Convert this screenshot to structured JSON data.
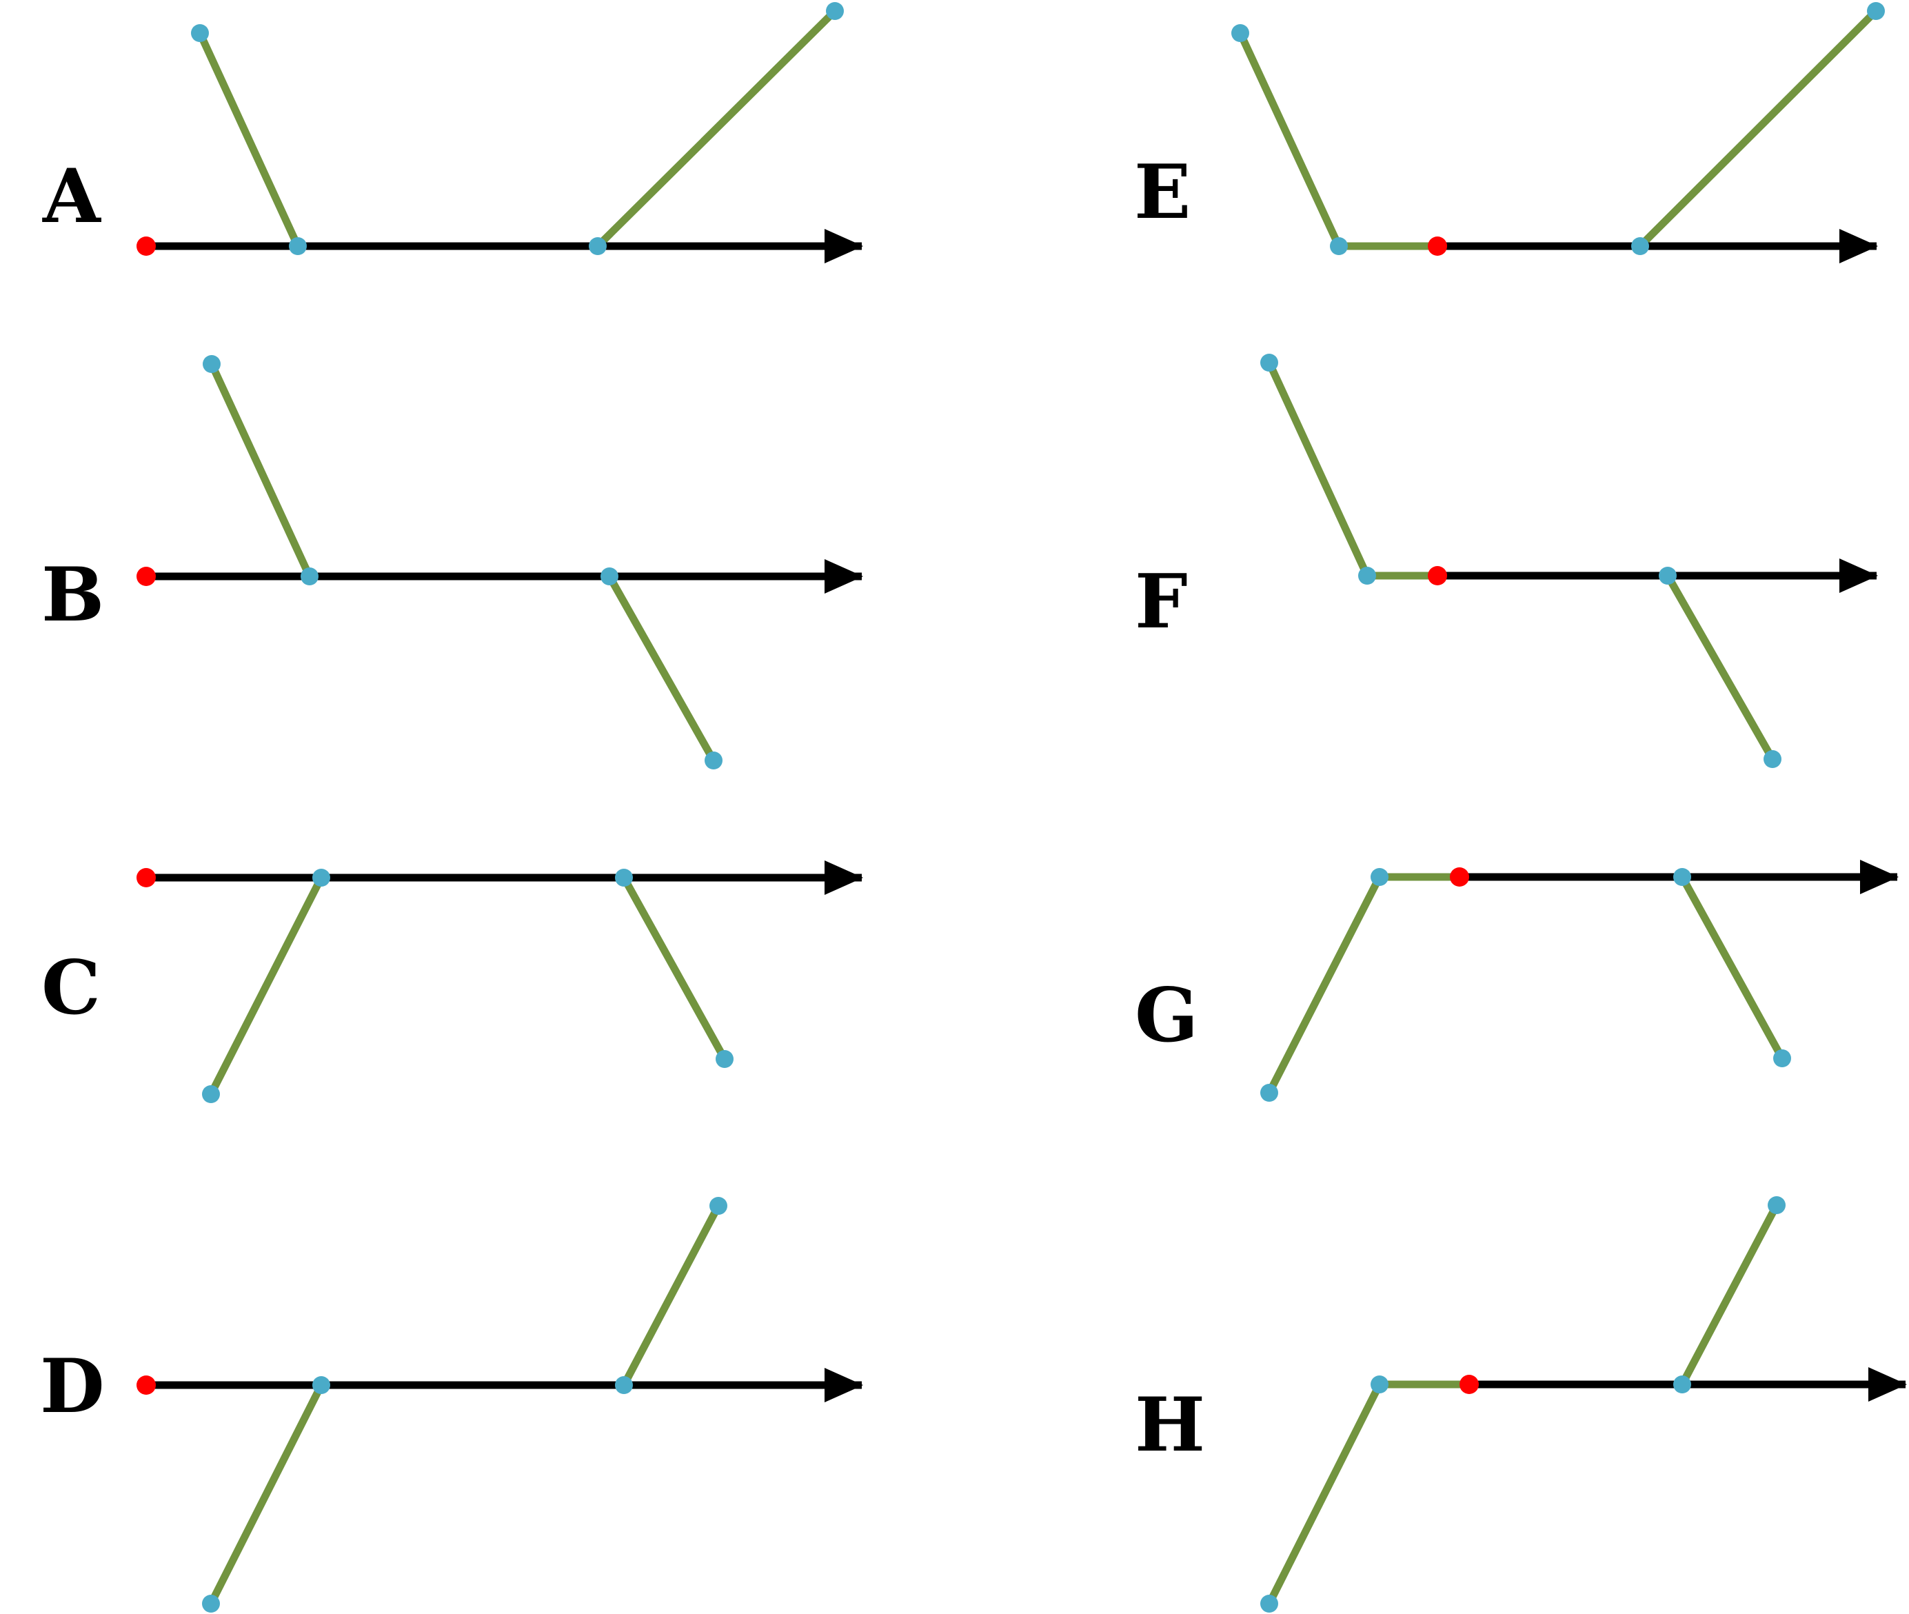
{
  "colors": {
    "axis": "#000000",
    "branch": "#72943f",
    "node": "#4aabc8",
    "origin": "#ff0000",
    "background": "#ffffff"
  },
  "panels": [
    {
      "id": "a",
      "label": "A"
    },
    {
      "id": "b",
      "label": "B"
    },
    {
      "id": "c",
      "label": "C"
    },
    {
      "id": "d",
      "label": "D"
    },
    {
      "id": "e",
      "label": "E"
    },
    {
      "id": "f",
      "label": "F"
    },
    {
      "id": "g",
      "label": "G"
    },
    {
      "id": "h",
      "label": "H"
    }
  ]
}
